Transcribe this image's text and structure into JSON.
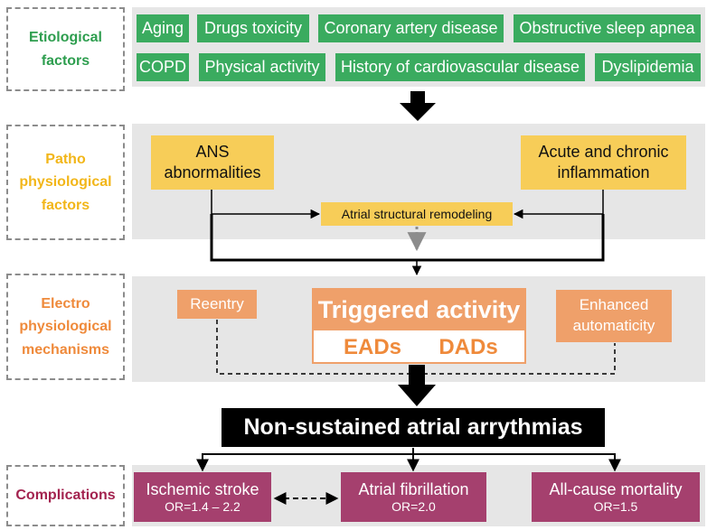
{
  "sections": {
    "etiological": {
      "label": "Etiological\nfactors",
      "color": "#2e9e4f"
    },
    "patho": {
      "label": "Patho\nphysiological\nfactors",
      "color": "#f2b619"
    },
    "electro": {
      "label": "Electro\nphysiological\nmechanisms",
      "color": "#ef8a3b"
    },
    "complications": {
      "label": "Complications",
      "color": "#a3234f"
    }
  },
  "etiological_factors": {
    "row1": [
      "Aging",
      "Drugs toxicity",
      "Coronary artery disease",
      "Obstructive sleep apnea"
    ],
    "row2": [
      "COPD",
      "Physical activity",
      "History of cardiovascular disease",
      "Dyslipidemia"
    ]
  },
  "patho_factors": {
    "ans": "ANS\nabnormalities",
    "inflammation": "Acute and chronic\ninflammation",
    "remodeling": "Atrial structural remodeling"
  },
  "electro_mechanisms": {
    "reentry": "Reentry",
    "triggered": "Triggered activity",
    "eads": "EADs",
    "dads": "DADs",
    "automaticity": "Enhanced\nautomaticity"
  },
  "central": {
    "label": "Non-sustained atrial arrythmias"
  },
  "complications": {
    "stroke": {
      "title": "Ischemic stroke",
      "or": "OR=1.4 – 2.2"
    },
    "af": {
      "title": "Atrial fibrillation",
      "or": "OR=2.0"
    },
    "mortality": {
      "title": "All-cause mortality",
      "or": "OR=1.5"
    }
  },
  "colors": {
    "green": "#3aab5f",
    "yellow": "#f7cd58",
    "orange": "#efa06a",
    "purple": "#a5406e",
    "black": "#000000"
  }
}
